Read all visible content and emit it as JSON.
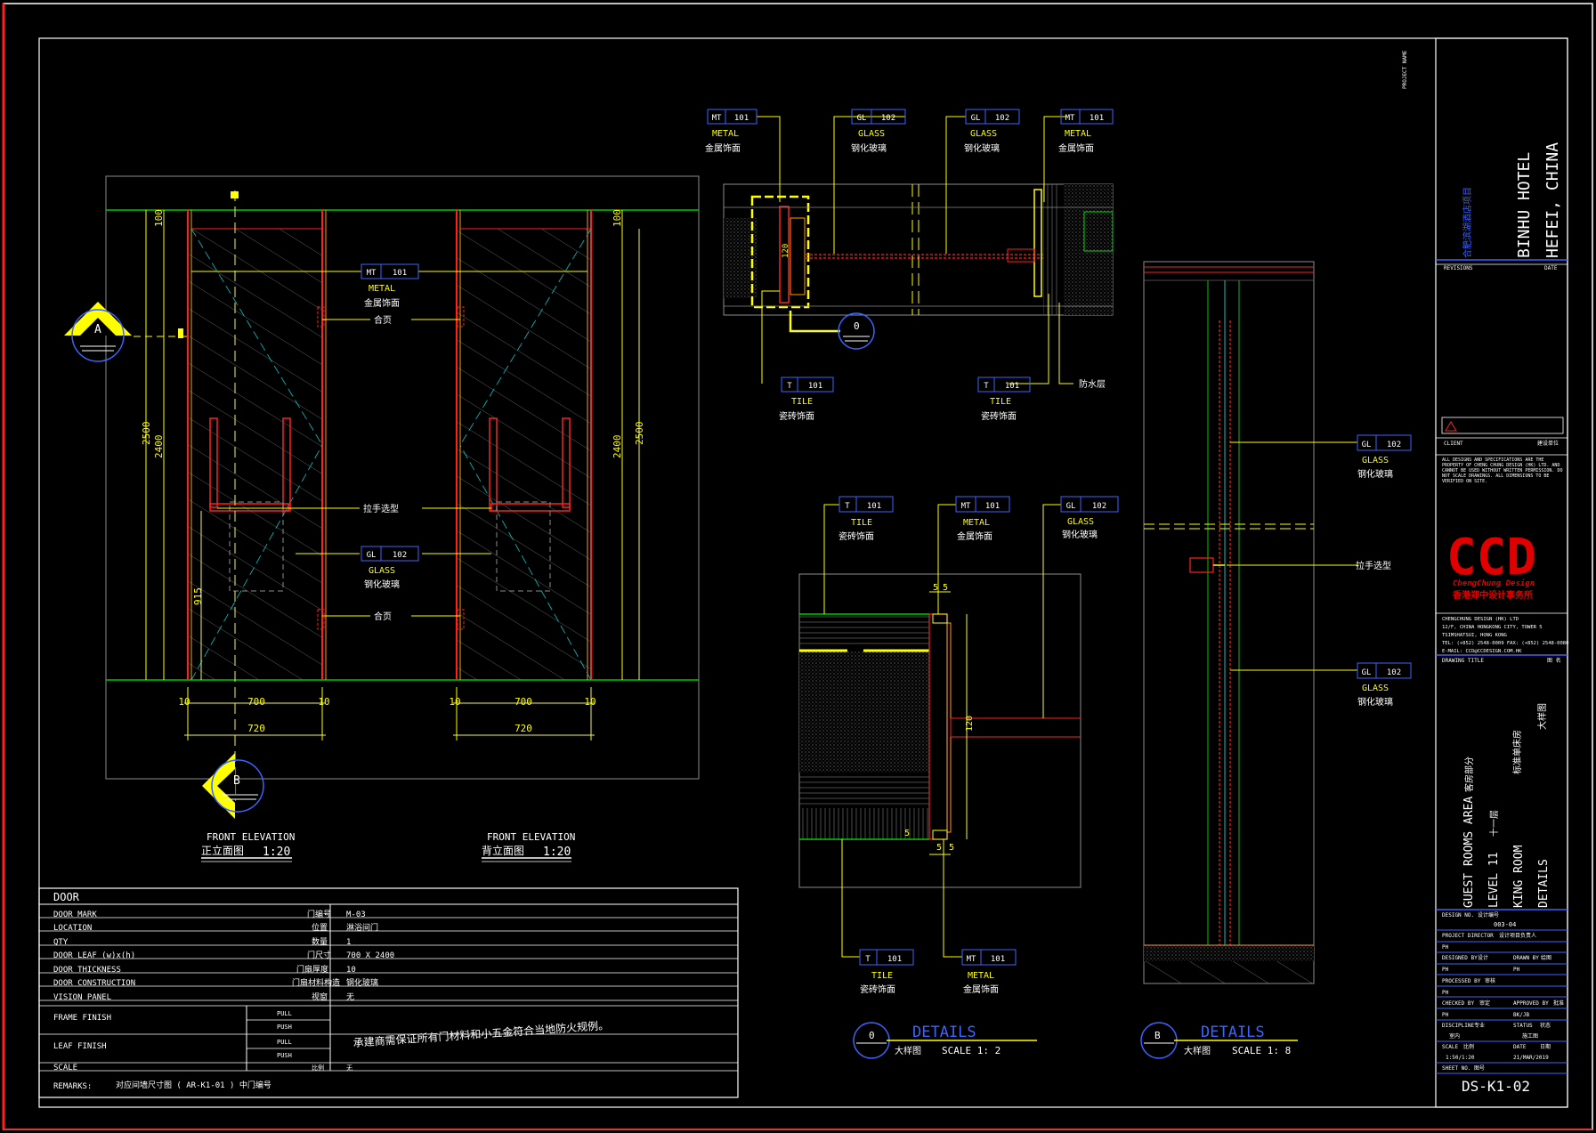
{
  "colors": {
    "background": "#000000",
    "frame": "#ffffff",
    "yellow": "#ffff00",
    "red": "#ff2020",
    "green": "#00c800",
    "cyan": "#00c8c8",
    "blue": "#3c64ff",
    "gray": "#8c8c8c",
    "orange": "#ffa000",
    "ccd_red": "#e00000"
  },
  "elevation": {
    "dims": {
      "h_2500": "2500",
      "h_2400": "2400",
      "h_100": "100",
      "h_915": "915",
      "w_10": "10",
      "w_700": "700",
      "w_720": "720"
    },
    "tag_mt101": {
      "code": "MT",
      "num": "101",
      "en": "METAL",
      "cn": "金属饰面"
    },
    "tag_gl102": {
      "code": "GL",
      "num": "102",
      "en": "GLASS",
      "cn": "钢化玻璃"
    },
    "hinge_label": "合页",
    "handle_label": "拉手选型",
    "section_a": "A",
    "section_b": "B",
    "title_left_en": "FRONT ELEVATION",
    "title_left_cn": "正立面图",
    "title_left_scale": "1:20",
    "title_right_en": "FRONT ELEVATION",
    "title_right_cn": "背立面图",
    "title_right_scale": "1:20"
  },
  "plan_detail": {
    "tag_mt101_left": {
      "code": "MT",
      "num": "101",
      "en": "METAL",
      "cn": "金属饰面"
    },
    "tag_gl102_a": {
      "code": "GL",
      "num": "102",
      "en": "GLASS",
      "cn": "钢化玻璃"
    },
    "tag_gl102_b": {
      "code": "GL",
      "num": "102",
      "en": "GLASS",
      "cn": "钢化玻璃"
    },
    "tag_mt101_right": {
      "code": "MT",
      "num": "101",
      "en": "METAL",
      "cn": "金属饰面"
    },
    "tag_t101_left": {
      "code": "T",
      "num": "101",
      "en": "TILE",
      "cn": "瓷砖饰面"
    },
    "tag_t101_right": {
      "code": "T",
      "num": "101",
      "en": "TILE",
      "cn": "瓷砖饰面"
    },
    "waterproof_label": "防水层",
    "bubble": "0",
    "dim_120": "120"
  },
  "section_detail": {
    "tag_t101_top": {
      "code": "T",
      "num": "101",
      "en": "TILE",
      "cn": "瓷砖饰面"
    },
    "tag_mt101_top": {
      "code": "MT",
      "num": "101",
      "en": "METAL",
      "cn": "金属饰面"
    },
    "tag_gl102_top": {
      "code": "GL",
      "num": "102",
      "en": "GLASS",
      "cn": "钢化玻璃"
    },
    "tag_t101_bottom": {
      "code": "T",
      "num": "101",
      "en": "TILE",
      "cn": "瓷砖饰面"
    },
    "tag_mt101_bottom": {
      "code": "MT",
      "num": "101",
      "en": "METAL",
      "cn": "金属饰面"
    },
    "dim_5": "5",
    "dim_120": "120",
    "title": "DETAILS",
    "title_cn": "大样图",
    "scale": "SCALE 1: 2",
    "bubble": "0"
  },
  "b_detail": {
    "tag_gl102_upper": {
      "code": "GL",
      "num": "102",
      "en": "GLASS",
      "cn": "钢化玻璃"
    },
    "tag_gl102_lower": {
      "code": "GL",
      "num": "102",
      "en": "GLASS",
      "cn": "钢化玻璃"
    },
    "handle_label": "拉手选型",
    "title": "DETAILS",
    "title_cn": "大样图",
    "scale": "SCALE 1: 8",
    "bubble": "B"
  },
  "schedule": {
    "header": "DOOR",
    "rows": [
      {
        "label": "DOOR MARK",
        "cn": "门编号",
        "value": "M-03"
      },
      {
        "label": "LOCATION",
        "cn": "位置",
        "value": "淋浴间门"
      },
      {
        "label": "QTY",
        "cn": "数量",
        "value": "1"
      },
      {
        "label": "DOOR LEAF (w)x(h)",
        "cn": "门尺寸",
        "value": "700 X 2400"
      },
      {
        "label": "DOOR THICKNESS",
        "cn": "门扇厚度",
        "value": "10"
      },
      {
        "label": "DOOR CONSTRUCTION",
        "cn": "门扇材料构造",
        "value": "钢化玻璃"
      },
      {
        "label": "VISION PANEL",
        "cn": "视窗",
        "value": "无"
      }
    ],
    "frame_finish": "FRAME FINISH",
    "leaf_finish": "LEAF FINISH",
    "pull": "PULL",
    "push": "PUSH",
    "scale_label": "SCALE",
    "scale_cn": "比例",
    "scale_value": "无",
    "note": "承建商需保证所有门材料和小五金符合当地防火规例。",
    "remarks_label": "REMARKS:",
    "remarks_value": "对应间墙尺寸图 ( AR-K1-01 ) 中门编号"
  },
  "titleblock": {
    "project_name": "PROJECT NAME",
    "project_cn": "合肥滨湖酒店项目",
    "project_line1": "BINHU HOTEL",
    "project_line2": "HEFEI, CHINA",
    "revisions": "REVISIONS",
    "date": "DATE",
    "client": "CLIENT",
    "client_cn": "建设单位",
    "disclaimer": "ALL DESIGNS AND SPECIFICATIONS ARE THE PROPERTY OF CHENG CHUNG DESIGN (HK) LTD. AND CANNOT BE USED WITHOUT WRITTEN PERMISSION. DO NOT SCALE DRAWINGS. ALL DIMENSIONS TO BE VERIFIED ON SITE.",
    "logo": "CCD",
    "logo_sub": "ChengChung Design",
    "logo_cn": "香港郑中设计事务所",
    "company_lines": [
      "CHENGCHUNG DESIGN (HK) LTD",
      "12/F, CHINA HONGKONG CITY, TOWER 5",
      "TSIMSHATSUI, HONG KONG",
      "TEL: (+852) 2548-0009    FAX: (+852) 2548-0080",
      "E-MAIL: CCD@CCDESIGN.COM.HK"
    ],
    "drawing_title": "DRAWING TITLE",
    "drawing_title_cn": "图 名",
    "area_en": "GUEST ROOMS AREA",
    "area_cn": "客房部分",
    "level_en": "LEVEL 11",
    "level_cn": "十一层",
    "room_en": "KING ROOM",
    "room_cn": "标准单床房",
    "details_en": "DETAILS",
    "details_cn": "大样图",
    "design_no_label": "DESIGN NO.",
    "design_no_cn": "设计编号",
    "design_no": "003-04",
    "project_director": "PROJECT DIRECTOR",
    "project_director_cn": "设计项目负责人",
    "designed_by": "DESIGNED BY",
    "designed_by_cn": "设计",
    "drawn_by": "DRAWN BY",
    "drawn_by_cn": "绘图",
    "processed_by": "PROCESSED BY",
    "processed_by_cn": "审核",
    "checked_by": "CHECKED BY",
    "checked_by_cn": "审定",
    "approved_by": "APPROVED BY",
    "approved_by_cn": "批准",
    "ph": "PH",
    "ph2": "PH",
    "bk": "BK/JB",
    "discipline": "DISCIPLINE",
    "discipline_cn": "专业",
    "discipline_value": "室内",
    "status": "STATUS",
    "status_cn": "状态",
    "status_value": "施工图",
    "scale": "SCALE",
    "scale_cn": "比例",
    "scale_value": "1:50/1:20",
    "date_label": "DATE",
    "date_cn": "日期",
    "date_value": "21/MAR/2019",
    "sheet_no": "SHEET NO.",
    "sheet_no_cn": "图号",
    "drawing_number": "DS-K1-02"
  }
}
